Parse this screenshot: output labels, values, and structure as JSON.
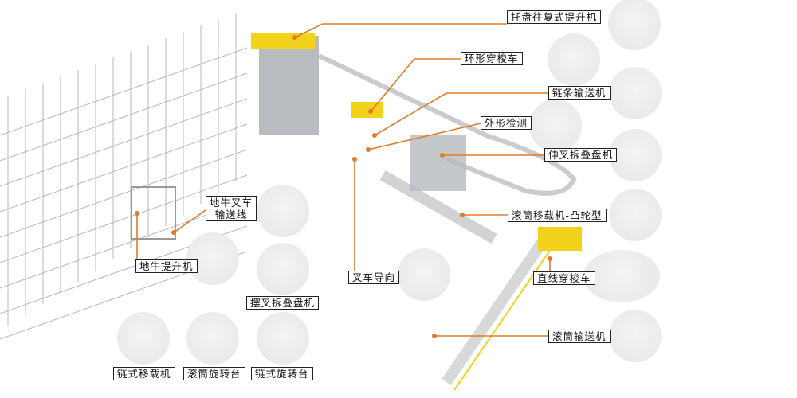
{
  "labels": {
    "pallet_lift": "托盘往复式提升机",
    "ring_shuttle": "环形穿梭车",
    "chain_conveyor": "链条输送机",
    "shape_check": "外形检测",
    "fork_stacker": "伸叉拆叠盘机",
    "roller_transfer_cam": "滚筒移载机-凸轮型",
    "linear_shuttle": "直线穿梭车",
    "roller_conveyor": "滚筒输送机",
    "forklift_guide": "叉车导向",
    "pallet_jack_line_1": "地牛叉车",
    "pallet_jack_line_2": "输送线",
    "pallet_jack_lift": "地牛提升机",
    "swing_fork_stacker": "摆叉拆叠盘机",
    "chain_transfer": "链式移载机",
    "roller_turntable": "滚筒旋转台",
    "chain_turntable": "链式旋转台"
  },
  "colors": {
    "leader": "#e07a28",
    "accent_yellow": "#f2d21b",
    "frame": "#b8bcc0"
  }
}
